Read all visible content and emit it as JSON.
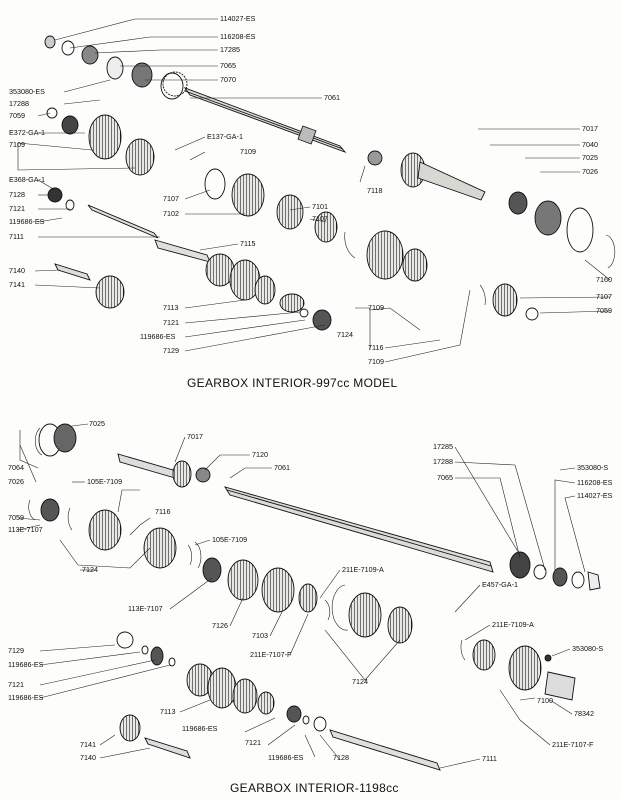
{
  "diagram_1": {
    "caption": "GEARBOX INTERIOR-997cc MODEL",
    "labels": [
      "114027-ES",
      "116208-ES",
      "17285",
      "7065",
      "7070",
      "353080-ES",
      "17288",
      "7059",
      "7061",
      "E372-GA-1",
      "7109",
      "E137-GA-1",
      "7109",
      "7017",
      "7040",
      "7025",
      "7026",
      "E368-GA-1",
      "7118",
      "7128",
      "7121",
      "119686-ES",
      "7107",
      "7102",
      "7101",
      "7107",
      "7111",
      "7115",
      "7140",
      "7141",
      "7160",
      "7107",
      "7059",
      "7113",
      "7121",
      "119686-ES",
      "7129",
      "7109",
      "7124",
      "7116",
      "7109"
    ]
  },
  "diagram_2": {
    "caption": "GEARBOX INTERIOR-1198cc",
    "labels": [
      "7025",
      "7017",
      "7120",
      "7061",
      "7064",
      "7026",
      "105E-7109",
      "7116",
      "17285",
      "17288",
      "7065",
      "353080-S",
      "116208-ES",
      "114027-ES",
      "7059",
      "113E-7107",
      "105E-7109",
      "7124",
      "113E-7107",
      "7126",
      "7103",
      "211E-7107-F",
      "211E-7109-A",
      "E457-GA-1",
      "211E-7109-A",
      "353080-S",
      "7129",
      "119686-ES",
      "7121",
      "119686-ES",
      "7124",
      "7113",
      "119686-ES",
      "7121",
      "119686-ES",
      "7128",
      "78342",
      "7100",
      "211E-7107-F",
      "7141",
      "7140",
      "7111"
    ]
  }
}
